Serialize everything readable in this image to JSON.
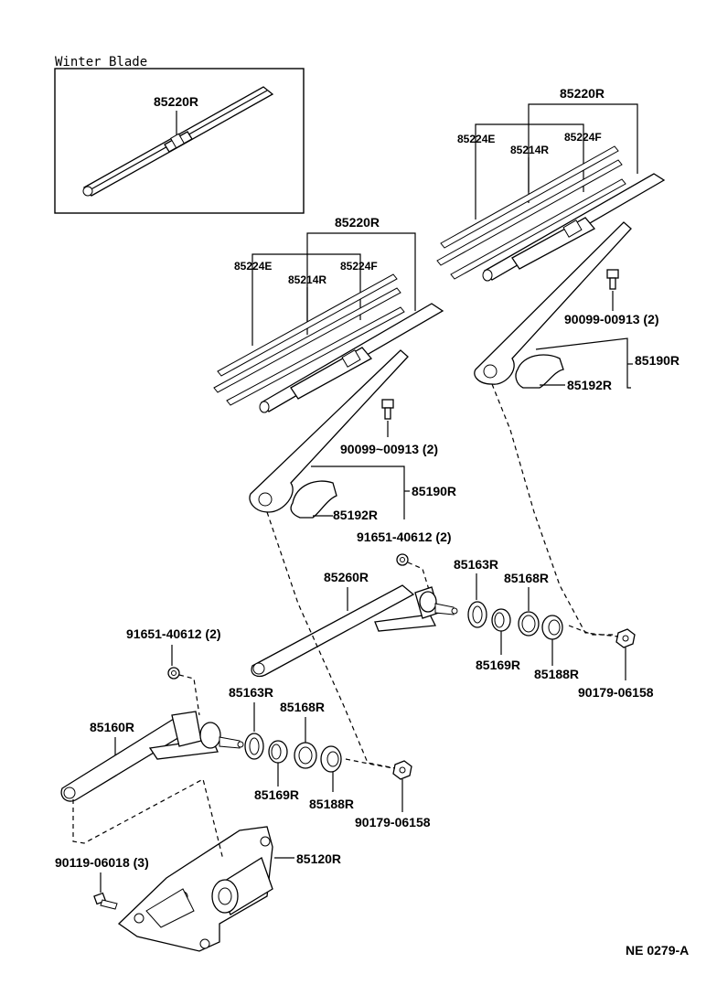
{
  "winter_box": {
    "title": "Winter Blade",
    "part": "85220R"
  },
  "right_assembly": {
    "blade": "85220R",
    "insert_e": "85224E",
    "rubber": "85214R",
    "insert_f": "85224F",
    "bolt": "90099-00913 (2)",
    "arm_group": "85190R",
    "cap": "85192R"
  },
  "left_assembly": {
    "blade": "85220R",
    "insert_e": "85224E",
    "rubber": "85214R",
    "insert_f": "85224F",
    "bolt": "90099~00913 (2)",
    "arm_group": "85190R",
    "cap": "85192R"
  },
  "link_upper": {
    "clip": "91651-40612 (2)",
    "link": "85260R",
    "washer": "85163R",
    "seal": "85168R",
    "bush": "85169R",
    "cap": "85188R",
    "nut": "90179-06158"
  },
  "link_lower": {
    "clip": "91651-40612 (2)",
    "link": "85160R",
    "washer": "85163R",
    "seal": "85168R",
    "bush": "85169R",
    "cap": "85188R",
    "nut": "90179-06158"
  },
  "motor": {
    "part": "85120R",
    "bolt": "90119-06018 (3)"
  },
  "footer": {
    "code": "NE  0279-A"
  }
}
